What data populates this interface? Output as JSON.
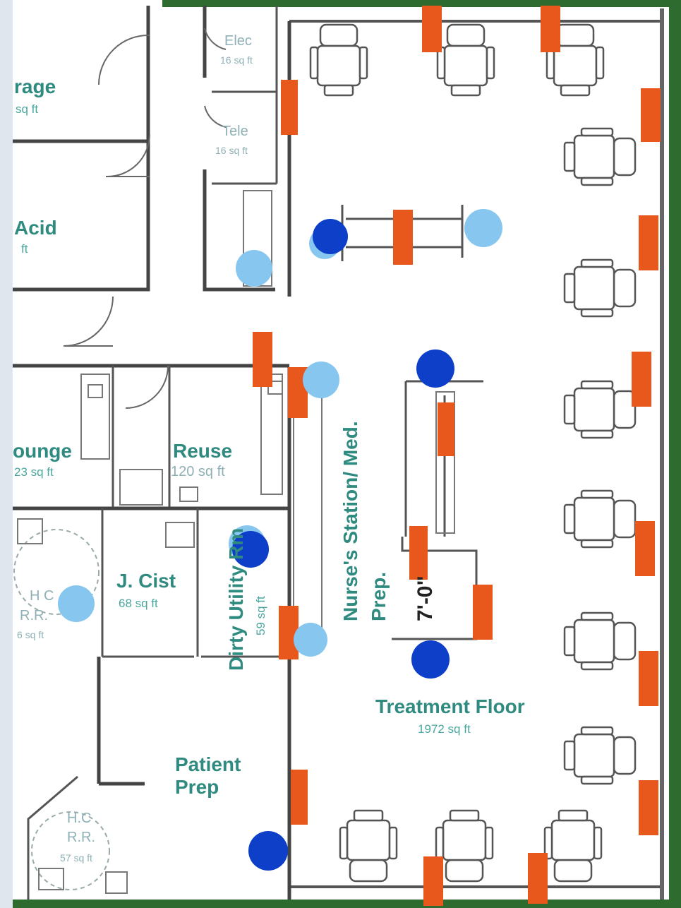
{
  "rooms": {
    "storage": {
      "name": "rage",
      "area": "sq ft"
    },
    "acid": {
      "name": "Acid",
      "area": "ft"
    },
    "elec": {
      "name": "Elec",
      "area": "16 sq ft"
    },
    "tele": {
      "name": "Tele",
      "area": "16 sq ft"
    },
    "lounge": {
      "name": "ounge",
      "area": "23 sq ft"
    },
    "reuse": {
      "name": "Reuse",
      "area": "120 sq ft"
    },
    "hcrr_upper": {
      "line1": "H C",
      "line2": "R.R.",
      "area": "6 sq ft"
    },
    "jcist": {
      "name": "J. Cist",
      "area": "68 sq ft"
    },
    "dirty_utility": {
      "name": "Dirty Utility Rm",
      "area": "59 sq ft"
    },
    "nurses_station": {
      "line1": "Nurse's Station/ Med.",
      "line2": "Prep."
    },
    "dimension": {
      "label": "7'-0\""
    },
    "treatment_floor": {
      "name": "Treatment Floor",
      "area": "1972 sq ft"
    },
    "patient_prep": {
      "line1": "Patient",
      "line2": "Prep"
    },
    "hcrr_lower": {
      "line1": "H.C",
      "line2": "R.R.",
      "area": "57 sq ft"
    }
  },
  "legend_colors": {
    "exterior_wall": "#2e6b2e",
    "orange_marker": "#e8581c",
    "dark_blue_marker": "#0e3fc9",
    "light_blue_marker": "#86c6ef",
    "room_label": "#2f8a80"
  }
}
